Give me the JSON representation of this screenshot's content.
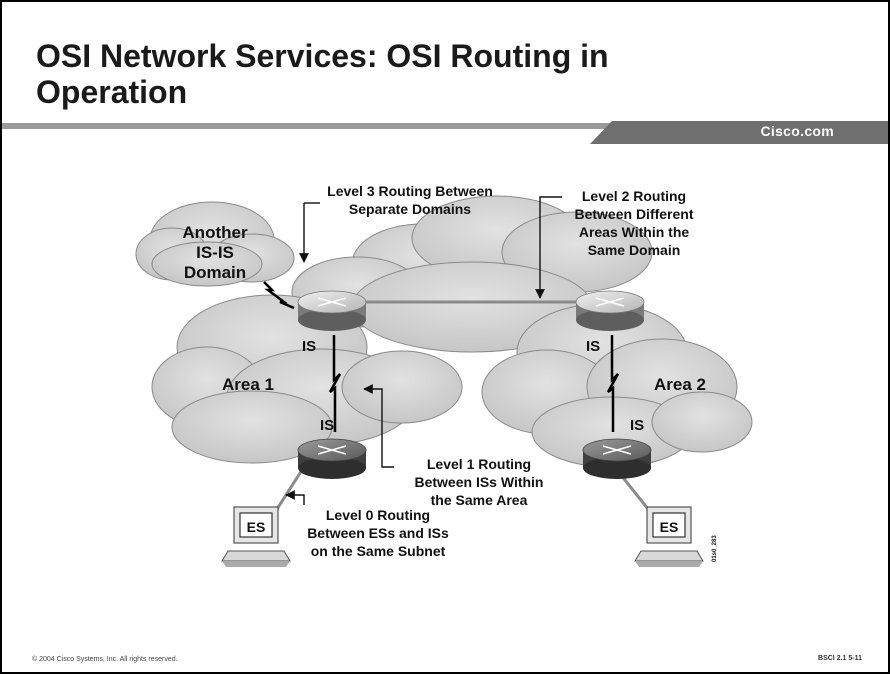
{
  "slide": {
    "title_line1": "OSI Network Services: OSI Routing in",
    "title_line2": "Operation",
    "brand": "Cisco.com",
    "copyright": "© 2004 Cisco Systems, Inc. All rights reserved.",
    "course_ref": "BSCI 2.1   5-11"
  },
  "diagram": {
    "clouds": {
      "another_domain": [
        "Another",
        "IS-IS",
        "Domain"
      ],
      "area1": "Area 1",
      "area2": "Area 2"
    },
    "router_labels": {
      "area1_top": "IS",
      "area1_bottom": "IS",
      "area2_top": "IS",
      "area2_bottom": "IS"
    },
    "end_systems": {
      "left": "ES",
      "right": "ES"
    },
    "annotations": {
      "level3": [
        "Level 3 Routing Between",
        "Separate Domains"
      ],
      "level2": [
        "Level 2 Routing",
        "Between Different",
        "Areas Within the",
        "Same Domain"
      ],
      "level1": [
        "Level 1 Routing",
        "Between ISs Within",
        "the Same Area"
      ],
      "level0": [
        "Level 0 Routing",
        "Between ESs and ISs",
        "on the Same Subnet"
      ]
    },
    "figure_id": "01s0_283",
    "colors": {
      "cloud": "#d4d4d4",
      "cloud_outline": "#8a8a8a",
      "router_top": "#d0d0d0",
      "router_bottom": "#6e6e6e",
      "link": "#8a8a8a"
    }
  }
}
